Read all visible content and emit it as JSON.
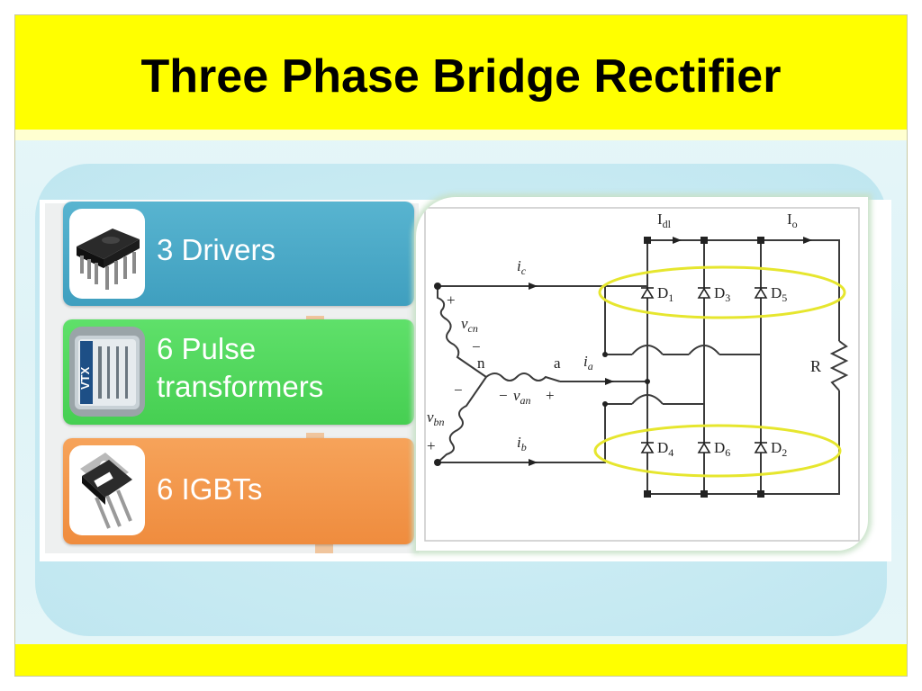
{
  "slide": {
    "title": "Three Phase Bridge Rectifier"
  },
  "items": [
    {
      "label": "3 Drivers",
      "icon": "ic-chip-icon",
      "color": "#4aa8c8"
    },
    {
      "label": "6 Pulse transformers",
      "icon": "pulse-transformer-icon",
      "color": "#52d85c"
    },
    {
      "label": "6 IGBTs",
      "icon": "igbt-icon",
      "color": "#f29a4a"
    }
  ],
  "circuit": {
    "currents": {
      "dc": "dl",
      "dc_prefix": "I",
      "out": "o",
      "out_prefix": "I",
      "c": "c",
      "a": "a",
      "b": "b",
      "prefix": "i"
    },
    "voltages": {
      "cn": "cn",
      "an": "an",
      "bn": "bn",
      "prefix": "v"
    },
    "nodes": {
      "neutral": "n",
      "a": "a"
    },
    "signs": {
      "plus": "+",
      "minus": "−"
    },
    "diodes_top": [
      {
        "d": "D",
        "n": "1"
      },
      {
        "d": "D",
        "n": "3"
      },
      {
        "d": "D",
        "n": "5"
      }
    ],
    "diodes_bottom": [
      {
        "d": "D",
        "n": "4"
      },
      {
        "d": "D",
        "n": "6"
      },
      {
        "d": "D",
        "n": "2"
      }
    ],
    "load": "R"
  },
  "colors": {
    "title_band": "#ffff00",
    "highlight_ring": "#e6e62e",
    "wire": "#333333"
  }
}
